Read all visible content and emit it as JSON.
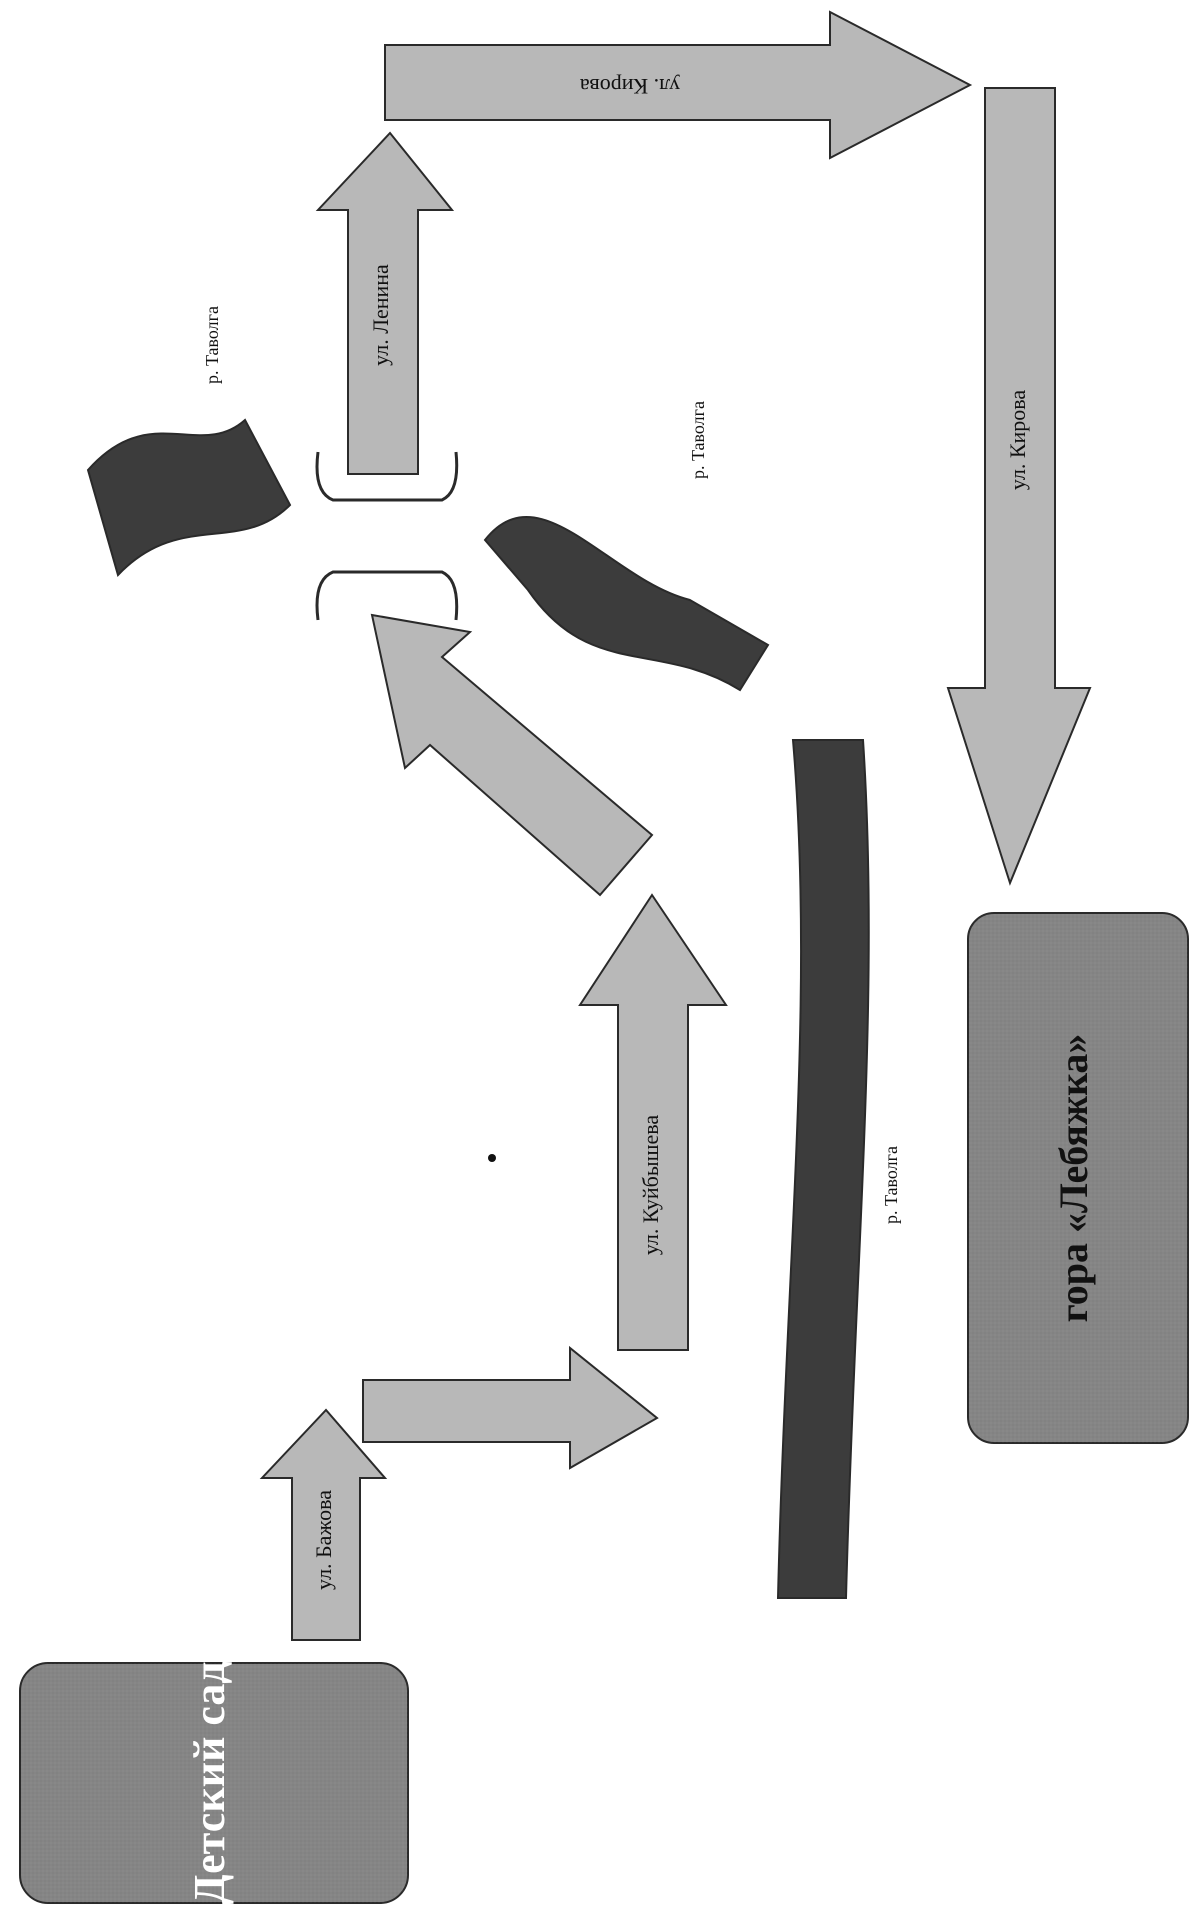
{
  "diagram": {
    "start_box": "Детский сад",
    "end_box": "гора «Лебяжка»",
    "streets": {
      "bazhova": "ул. Бажова",
      "kuibysheva": "ул. Куйбышева",
      "lenina": "ул. Ленина",
      "kirova_top": "ул. Кирова",
      "kirova_right": "ул. Кирова"
    },
    "rivers": {
      "label_top_left": "р. Таволга",
      "label_middle": "р. Таволга",
      "label_bottom": "р. Таволга"
    },
    "colors": {
      "arrow_fill": "#b8b8b8",
      "box_fill": "#858585",
      "river_fill": "#3c3c3c",
      "stroke": "#2a2a2a"
    }
  }
}
